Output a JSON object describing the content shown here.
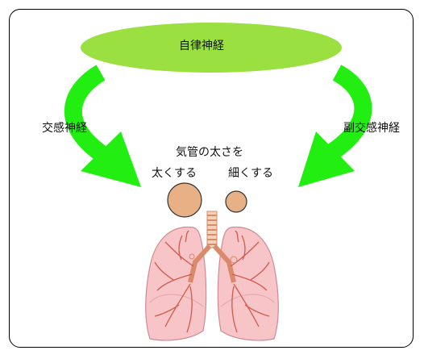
{
  "diagram": {
    "autonomic_nerves": "自律神経",
    "sympathetic_nerve": "交感神経",
    "parasympathetic_nerve": "副交感神経",
    "airway_diameter": "気管の太さを",
    "widen": "太くする",
    "narrow": "細くする"
  },
  "colors": {
    "ellipse_fill": "#99e040",
    "arrow_green": "#22ee11",
    "circle_fill": "#e8b185",
    "circle_stroke": "#333333",
    "lung_fill": "#f7c4c8",
    "lung_stroke": "#d08a90",
    "bronchi": "#d25a4a",
    "trachea": "#d98a6a"
  },
  "icons": [
    "lungs-illustration",
    "large-circle",
    "small-circle"
  ]
}
